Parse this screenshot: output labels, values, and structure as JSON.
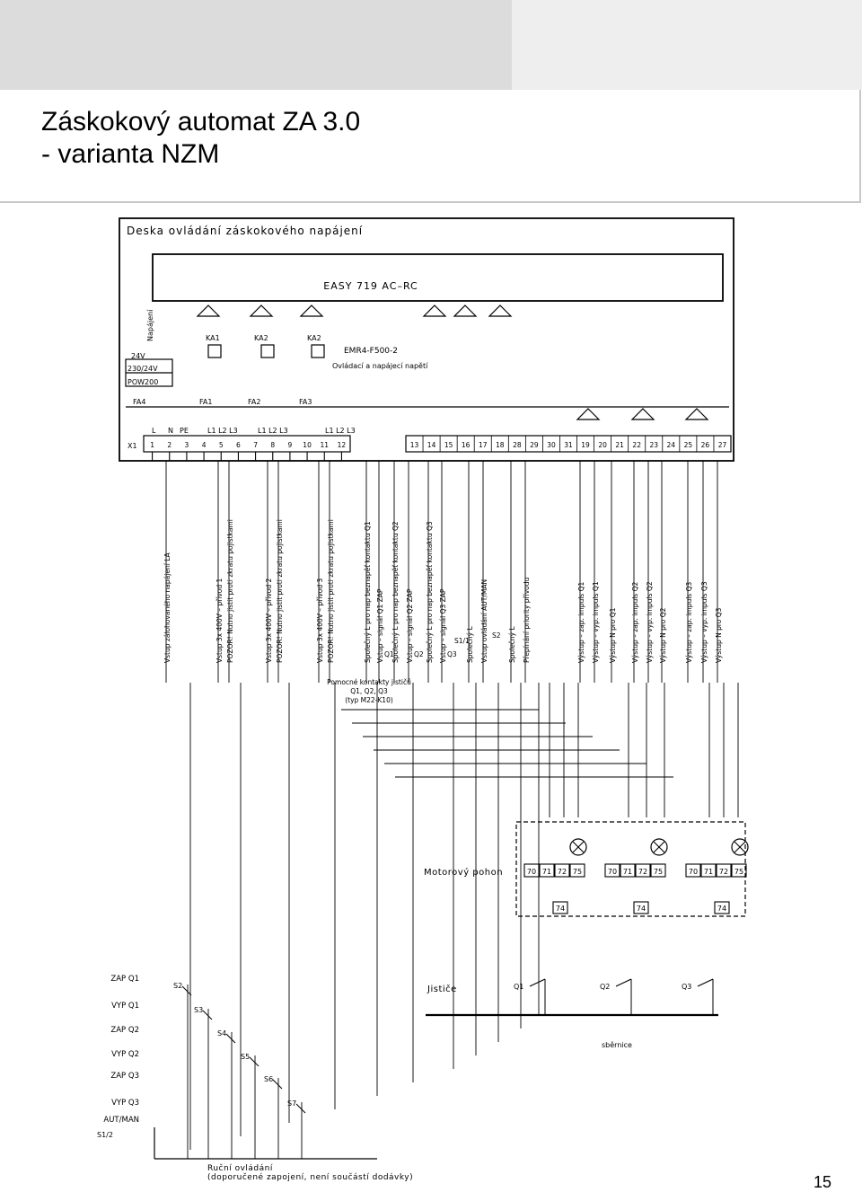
{
  "title": {
    "line1": "Záskokový automat ZA 3.0",
    "line2": "- varianta NZM"
  },
  "board_title": "Deska ovládání záskokového napájení",
  "plc_label": "EASY 719 AC–RC",
  "supply": {
    "napajeni": "Napájení",
    "v24": "24V",
    "v230": "230/24V",
    "pow": "POW200"
  },
  "relays": [
    "KA1",
    "KA2",
    "KA2"
  ],
  "relay_module": {
    "name": "EMR4-F500-2",
    "desc": "Ovládací a napájecí napětí"
  },
  "fuses": [
    "FA4",
    "FA1",
    "FA2",
    "FA3"
  ],
  "phase_labels": [
    "L",
    "N",
    "PE",
    "L1 L2 L3",
    "L1 L2 L3",
    "L1 L2 L3"
  ],
  "terminal_strip_label": "X1",
  "terminals_left": [
    "1",
    "2",
    "3",
    "4",
    "5",
    "6",
    "7",
    "8",
    "9",
    "10",
    "11",
    "12"
  ],
  "terminals_right": [
    "13",
    "14",
    "15",
    "16",
    "17",
    "18",
    "28",
    "29",
    "30",
    "31",
    "19",
    "20",
    "21",
    "22",
    "23",
    "24",
    "25",
    "26",
    "27"
  ],
  "vertical_labels": [
    "Vstup zálohovaného napájení LA",
    "Vstup 3x 400V – přívod 1",
    "POZOR! Nutno jistit proti zkratu pojistkami",
    "Vstup 3x 400V – přívod 2",
    "POZOR! Nutno jistit proti zkratu pojistkami",
    "Vstup 3x 400V – přívod 3",
    "POZOR! Nutno jistit proti zkratu pojistkami",
    "Společný L pro nap beznapěť kontaktu Q1",
    "Vstup – signál Q1 ZAP",
    "Společný L pro nap beznapěť kontaktu Q2",
    "Vstup – signál Q2 ZAP",
    "Společný L pro nap beznapěť kontaktu Q3",
    "Vstup – signál Q3 ZAP",
    "Společný L",
    "Vstup ovládání AUT/MAN",
    "Společný L",
    "Přepínání priority přívodu",
    "Výstup – zap. impuls Q1",
    "Výstup – vyp. impuls Q1",
    "Výstup N pro Q1",
    "Výstup – zap. impuls Q2",
    "Výstup – vyp. impuls Q2",
    "Výstup N pro Q2",
    "Výstup – zap. impuls Q3",
    "Výstup – vyp. impuls Q3",
    "Výstup N pro Q3"
  ],
  "aux_contacts": [
    "Q1",
    "Q2",
    "Q3",
    "S1/1",
    "S2"
  ],
  "aux_note": [
    "Pomocné kontakty jističů",
    "Q1, Q2, Q3",
    "(typ M22-K10)"
  ],
  "motor_label": "Motorový pohon",
  "motor_terminals": [
    "70",
    "71",
    "72",
    "75"
  ],
  "motor_bottom": "74",
  "manual_labels": [
    "ZAP Q1",
    "VYP Q1",
    "ZAP Q2",
    "VYP Q2",
    "ZAP Q3",
    "VYP Q3",
    "AUT/MAN"
  ],
  "switch_labels": [
    "S2",
    "S3",
    "S4",
    "S5",
    "S6",
    "S7",
    "S1/2"
  ],
  "breakers_label": "Jističe",
  "breakers": [
    "Q1",
    "Q2",
    "Q3"
  ],
  "bus_label": "sběrnice",
  "footer_note": [
    "Ruční ovládání",
    "(doporučené zapojení, není součástí dodávky)"
  ],
  "page_number": "15"
}
